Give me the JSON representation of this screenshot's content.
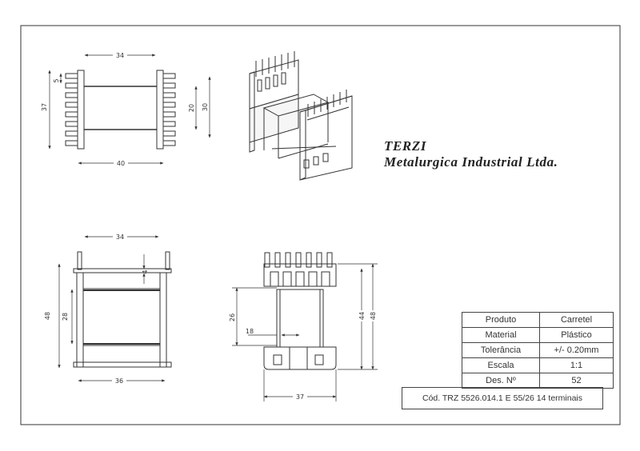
{
  "company": {
    "name": "TERZI",
    "subtitle": "Metalurgica Industrial Ltda."
  },
  "views": {
    "top": {
      "dim_width": "34",
      "dim_overall": "40",
      "dim_height": "37",
      "dim_pitch": "5",
      "dim_inner": "20",
      "dim_outer": "30"
    },
    "front": {
      "dim_top": "34",
      "dim_pin": "4",
      "dim_height": "48",
      "dim_core": "28",
      "dim_bottom": "36"
    },
    "side": {
      "dim_window": "26",
      "dim_inner": "18",
      "dim_h44": "44",
      "dim_h48": "48",
      "dim_bottom": "37"
    }
  },
  "title_block": {
    "rows": [
      {
        "label": "Produto",
        "value": "Carretel"
      },
      {
        "label": "Material",
        "value": "Plástico"
      },
      {
        "label": "Tolerância",
        "value": "+/- 0.20mm"
      },
      {
        "label": "Escala",
        "value": "1:1"
      },
      {
        "label": "Des. Nº",
        "value": "52"
      }
    ],
    "code": "Cód. TRZ 5526.014.1 E 55/26 14 terminais"
  }
}
